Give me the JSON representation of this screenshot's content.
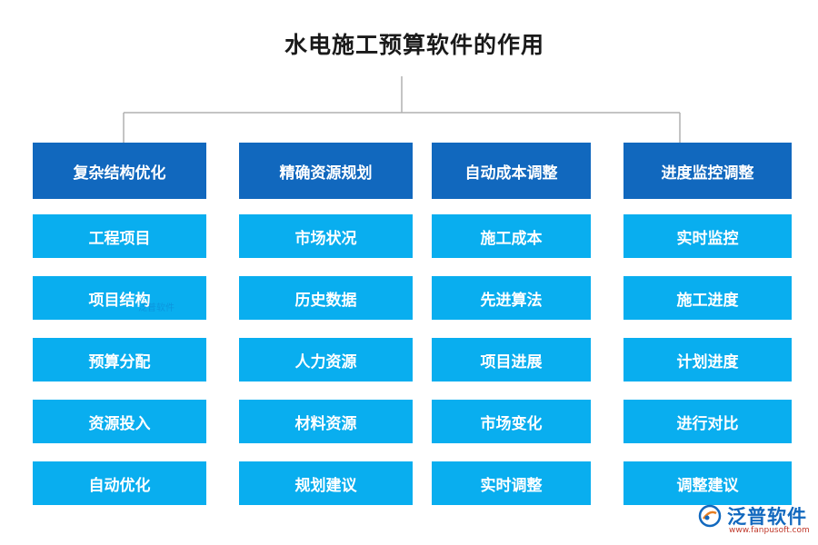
{
  "title": "水电施工预算软件的作用",
  "columns": [
    {
      "header": "复杂结构优化",
      "items": [
        "工程项目",
        "项目结构",
        "预算分配",
        "资源投入",
        "自动优化"
      ]
    },
    {
      "header": "精确资源规划",
      "items": [
        "市场状况",
        "历史数据",
        "人力资源",
        "材料资源",
        "规划建议"
      ]
    },
    {
      "header": "自动成本调整",
      "items": [
        "施工成本",
        "先进算法",
        "项目进展",
        "市场变化",
        "实时调整"
      ]
    },
    {
      "header": "进度监控调整",
      "items": [
        "实时监控",
        "施工进度",
        "计划进度",
        "进行对比",
        "调整建议"
      ]
    }
  ],
  "colors": {
    "header_bg": "#1168BE",
    "item_bg": "#09AEEF",
    "connector": "#b0b0b0"
  },
  "logo": {
    "icon": "fanpu-logo-icon",
    "name": "泛普软件",
    "url": "www.fanpusoft.com"
  },
  "watermark": "泛普软件"
}
